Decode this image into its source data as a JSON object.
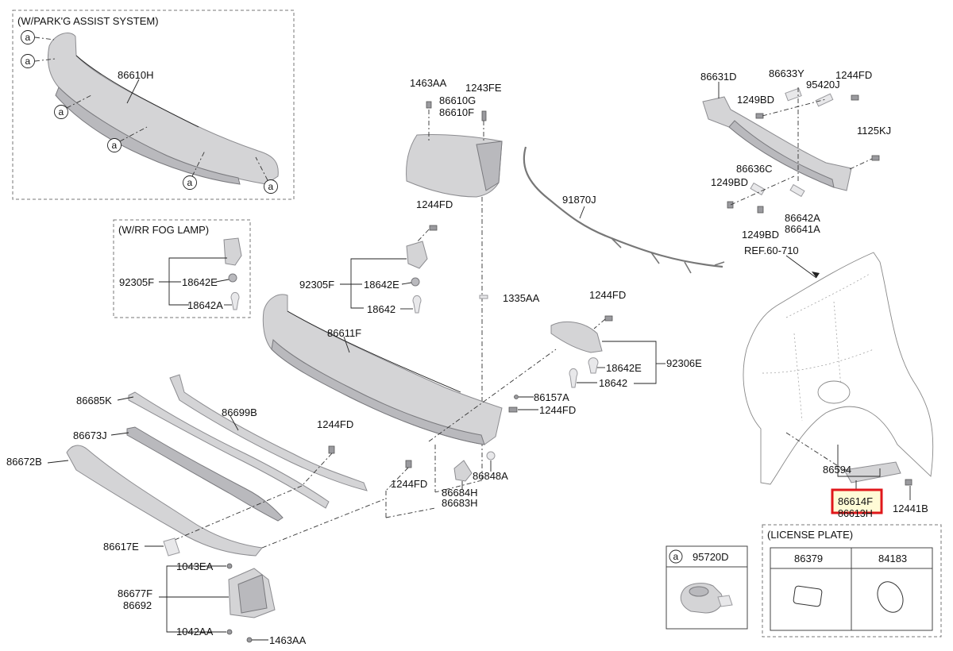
{
  "title": "",
  "groups": {
    "park_assist": "(W/PARK'G ASSIST SYSTEM)",
    "fog_lamp": "(W/RR FOG LAMP)",
    "license_plate": "(LICENSE PLATE)"
  },
  "callout_letter": "a",
  "parts": {
    "p86610H": "86610H",
    "p1463AA_top": "1463AA",
    "p86610G": "86610G",
    "p86610F": "86610F",
    "p1243FE": "1243FE",
    "p91870J": "91870J",
    "p86631D": "86631D",
    "p86633Y": "86633Y",
    "p1244FD_tr": "1244FD",
    "p95420J": "95420J",
    "p1249BD_a": "1249BD",
    "p1125KJ": "1125KJ",
    "p86636C": "86636C",
    "p1249BD_b": "1249BD",
    "p1249BD_c": "1249BD",
    "p86642A": "86642A",
    "p86641A": "86641A",
    "ref": "REF.60-710",
    "p1244FD_mid": "1244FD",
    "p92305F_fog": "92305F",
    "p18642E_fog": "18642E",
    "p18642A_fog": "18642A",
    "p92305F": "92305F",
    "p18642E": "18642E",
    "p18642": "18642",
    "p1335AA": "1335AA",
    "p1244FD_r": "1244FD",
    "p86611F": "86611F",
    "p18642E_r": "18642E",
    "p92306E": "92306E",
    "p18642_r": "18642",
    "p86157A": "86157A",
    "p1244FD_r2": "1244FD",
    "p86685K": "86685K",
    "p86699B": "86699B",
    "p1244FD_c": "1244FD",
    "p86673J": "86673J",
    "p86672B": "86672B",
    "p1244FD_c2": "1244FD",
    "p86684H": "86684H",
    "p86683H": "86683H",
    "p86848A": "86848A",
    "p86594": "86594",
    "p86614F": "86614F",
    "p86613H": "86613H",
    "p12441B": "12441B",
    "p86617E": "86617E",
    "p1043EA": "1043EA",
    "p86677F": "86677F",
    "p86692": "86692",
    "p1042AA": "1042AA",
    "p1463AA_bot": "1463AA",
    "p95720D": "95720D",
    "p86379": "86379",
    "p84183": "84183"
  },
  "highlight_color": "#e0171b"
}
